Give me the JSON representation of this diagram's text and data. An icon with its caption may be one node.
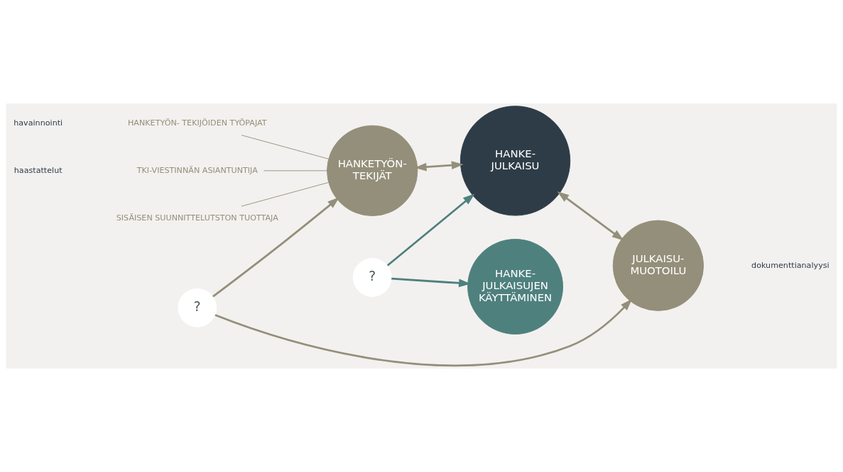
{
  "diagram": {
    "nodes": [
      {
        "text": [
          "HANKETYÖN- TEKIJÄT"
        ]
      },
      {
        "text": [
          "HANKE- JULKAISU"
        ]
      },
      {
        "text": [
          "JULKAISU- MUOTOILU"
        ]
      },
      {
        "text": [
          "HANKE- JULKAISUJEN KÄYTTÄMINEN"
        ]
      },
      {
        "text": [
          "?"
        ]
      },
      {
        "text": [
          "?"
        ]
      },
      {
        "text": [
          "TKI-VIESTINNÄN ASIANTUNTIJA"
        ]
      },
      {
        "text": [
          "SISÄISEN SUUNNITTELUTSTON TUOTTAJA"
        ]
      },
      {
        "text": [
          "HANKETYÖN- TEKIJÖIDEN TYÖPAJAT"
        ]
      }
    ],
    "edges": [
      {
        "from": 0,
        "to": 1,
        "arrow": "both"
      },
      {
        "from": 1,
        "to": 2,
        "arrow": "both"
      },
      {
        "from": 4,
        "to": 1,
        "arrow": "to",
        "color": "#4e807e"
      },
      {
        "from": 4,
        "to": 3,
        "arrow": "to",
        "color": "#4e807e"
      },
      {
        "from": 5,
        "to": 0,
        "arrow": "to"
      },
      {
        "from": 5,
        "to": 2,
        "arrow": "to"
      },
      {
        "from": 6,
        "to": 0,
        "arrow": "none"
      },
      {
        "from": 7,
        "to": 0,
        "arrow": "none"
      },
      {
        "from": 8,
        "to": 0,
        "arrow": "none"
      }
    ],
    "labels": [
      "haastattelut",
      "havainnointi",
      "dokumenttianalyysi"
    ]
  }
}
